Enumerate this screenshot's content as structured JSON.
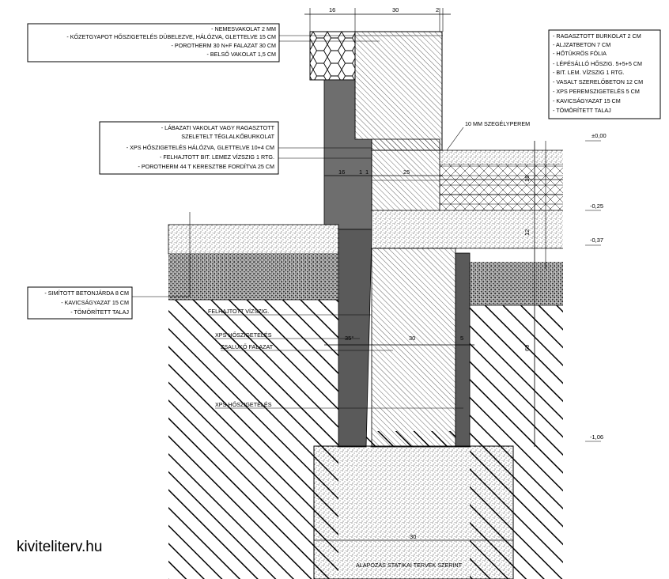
{
  "watermark": "kiviteliterv.hu",
  "dimensions": {
    "top": [
      "16",
      "30",
      "2"
    ],
    "mid": [
      "16",
      "1",
      "1",
      "25"
    ],
    "wall": [
      "30",
      "5"
    ],
    "angle": "35°",
    "v_18": "18",
    "v_12": "12",
    "v_69": "69",
    "bottom": "30"
  },
  "levels": {
    "l1": "±0,00",
    "l2": "-0,25",
    "l3": "-0,37",
    "l4": "-1,06"
  },
  "labels": {
    "wall_top": [
      "- NEMESVAKOLAT 2 MM",
      "- KŐZETGYAPOT HŐSZIGETELÉS DÜBELEZVE, HÁLÓZVA, GLETTELVE 15 CM",
      "- POROTHERM 30 N+F FALAZAT 30 CM",
      "- BELSŐ VAKOLAT 1,5 CM"
    ],
    "floor": [
      "- RAGASZTOTT BURKOLAT 2 CM",
      "- ALJZATBETON 7 CM",
      "- HŐTÜKRÖS FÓLIA",
      "- LÉPÉSÁLLÓ HŐSZIG. 5+5+5 CM",
      "- BIT. LEM. VÍZSZIG 1 RTG.",
      "- VASALT SZERELŐBETON 12 CM",
      "- XPS PEREMSZIGETELÉS 5 CM",
      "- KAVICSÁGYAZAT 15 CM",
      "- TÖMÖRÍTETT TALAJ"
    ],
    "plinth": [
      "- LÁBAZATI VAKOLAT VAGY RAGASZTOTT",
      "SZELETELT TÉGLALKŐBURKOLAT",
      "- XPS HŐSZIGETELÉS HÁLÓZVA, GLETTELVE 10+4 CM",
      "- FELHAJTOTT BIT. LEMEZ VÍZSZIG 1 RTG.",
      "- POROTHERM 44 T KERESZTBE FORDÍTVA 25 CM"
    ],
    "pavement": [
      "- SIMÍTOTT BETONJÁRDA 8 CM",
      "- KAVICSÁGYAZAT 15 CM",
      "- TÖMÖRÍTETT TALAJ"
    ],
    "edge_strip": "10 MM SZEGÉLYPEREM",
    "felhajtott": "FELHAJTOTT VÍZSZIG.",
    "xps1": "XPS HŐSZIGETELÉS",
    "zsaluko": "ZSALUKŐ FALAZAT",
    "xps2": "XPS HŐSZIGETELÉS",
    "foundation": "ALAPOZÁS STATIKAI TERVEK SZERINT"
  }
}
